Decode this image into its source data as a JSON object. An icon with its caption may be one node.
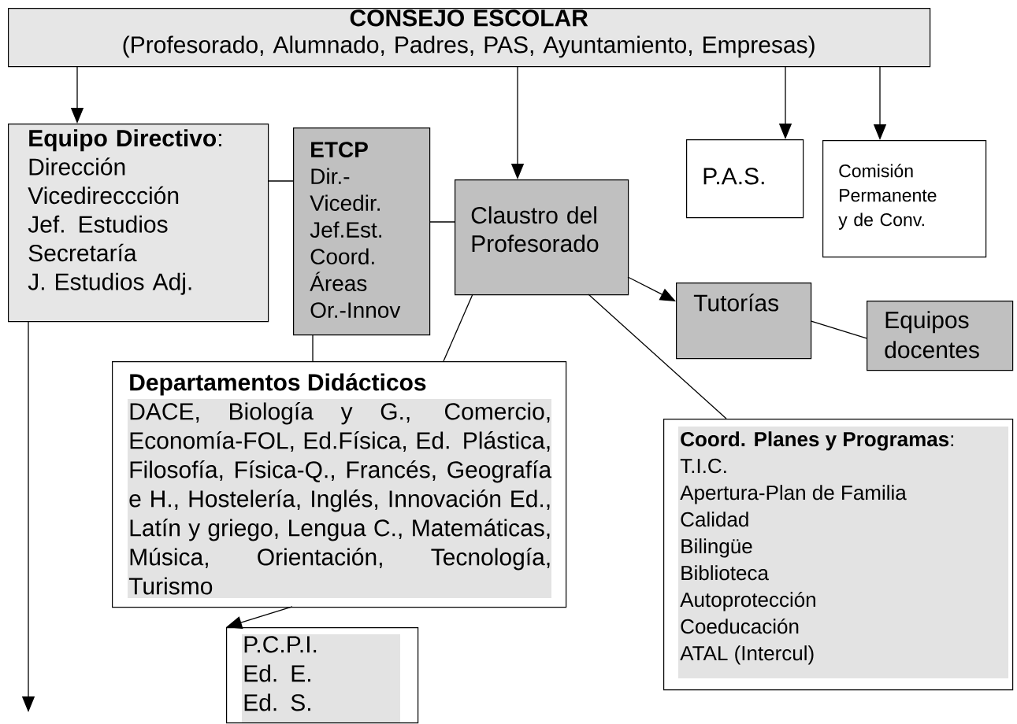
{
  "diagram": {
    "nodes": [
      {
        "text": [
          "CONSEJO ESCOLAR",
          "(Profesorado, Alumnado, Padres, PAS, Ayuntamiento, Empresas)"
        ]
      },
      {
        "text": [
          "**Equipo Directivo**:",
          "Dirección",
          "Vicedireccción",
          "Jef. Estudios",
          "Secretaría",
          "J. Estudios Adj."
        ]
      },
      {
        "text": [
          "ETCP",
          "Dir.-",
          "Vicedir.",
          "Jef.Est.",
          "Coord.",
          "Áreas",
          "Or.-Innov"
        ]
      },
      {
        "text": [
          "Claustro del Profesorado"
        ]
      },
      {
        "text": [
          "P.A.S."
        ]
      },
      {
        "text": [
          "Comisión Permanente y de Conv."
        ]
      },
      {
        "text": [
          "Tutorías"
        ]
      },
      {
        "text": [
          "Equipos docentes"
        ]
      },
      {
        "text": [
          "Departamentos Didácticos",
          "DACE, Biología y G., Comercio, Economía-FOL, Ed.Física, Ed. Plástica, Filosofía, Física-Q., Francés, Geografía e H., Hostelería, Inglés, Innovación Ed., Latín y griego, Lengua C., Matemáticas, Música, Orientación, Tecnología, Turismo"
        ]
      },
      {
        "text": [
          "P.C.P.I.",
          "Ed. E.",
          "Ed. S."
        ]
      },
      {
        "text": [
          "**Coord. Planes y Programas**:",
          "T.I.C.",
          "Apertura-Plan de Familia",
          "Calidad",
          "Bilingüe",
          "Biblioteca",
          "Autoprotección",
          "Coeducación",
          "ATAL (Intercul)"
        ]
      }
    ],
    "edges": [
      {
        "from": 0,
        "to": 1,
        "arrow": "to"
      },
      {
        "from": 0,
        "to": 3,
        "arrow": "to"
      },
      {
        "from": 0,
        "to": 4,
        "arrow": "to"
      },
      {
        "from": 0,
        "to": 5,
        "arrow": "to"
      },
      {
        "from": 1,
        "to": 2,
        "arrow": "none"
      },
      {
        "from": 2,
        "to": 3,
        "arrow": "none"
      },
      {
        "from": 3,
        "to": 6,
        "arrow": "to"
      },
      {
        "from": 6,
        "to": 7,
        "arrow": "none"
      },
      {
        "from": 3,
        "to": 8,
        "arrow": "none"
      },
      {
        "from": 2,
        "to": 8,
        "arrow": "none"
      },
      {
        "from": 3,
        "to": 10,
        "arrow": "none"
      },
      {
        "from": 8,
        "to": 9,
        "arrow": "to"
      },
      {
        "from": 1,
        "to": null,
        "arrow": "to"
      }
    ]
  }
}
